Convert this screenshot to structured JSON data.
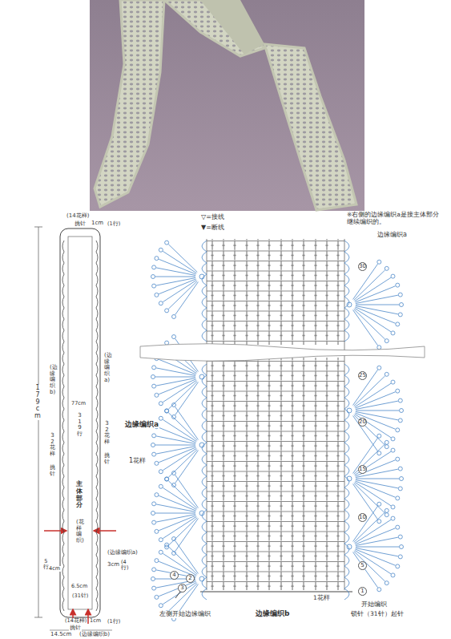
{
  "diagram": {
    "labels": [
      "▽=接线",
      "▼=断线",
      "※右侧的边缘编织a是接主体部分继续编织的。",
      "边缘编织a",
      "30",
      "25",
      "20",
      "15",
      "10",
      "5",
      "1",
      "4",
      "2",
      "3",
      "边缘编织a",
      "1花样",
      "左侧开始边缘编织",
      "边缘编织b",
      "1花样",
      "开始编织",
      "锁针（31针）起针",
      "(14花样)",
      "挑针",
      "1cm",
      "(1行)",
      "179cm",
      "(边缘编织b)",
      "32花样",
      "挑针",
      "(边缘编织a)",
      "32花样",
      "挑针",
      "77cm",
      "319行",
      "主体部分",
      "(花样编织)",
      "(边缘编织a)",
      "3cm",
      "(4行)",
      "5行",
      "4cm",
      "6.5cm",
      "(31针)",
      "(14花样)",
      "挑针",
      "1cm",
      "(1行)",
      "14.5cm",
      "(边缘编织b)"
    ]
  }
}
